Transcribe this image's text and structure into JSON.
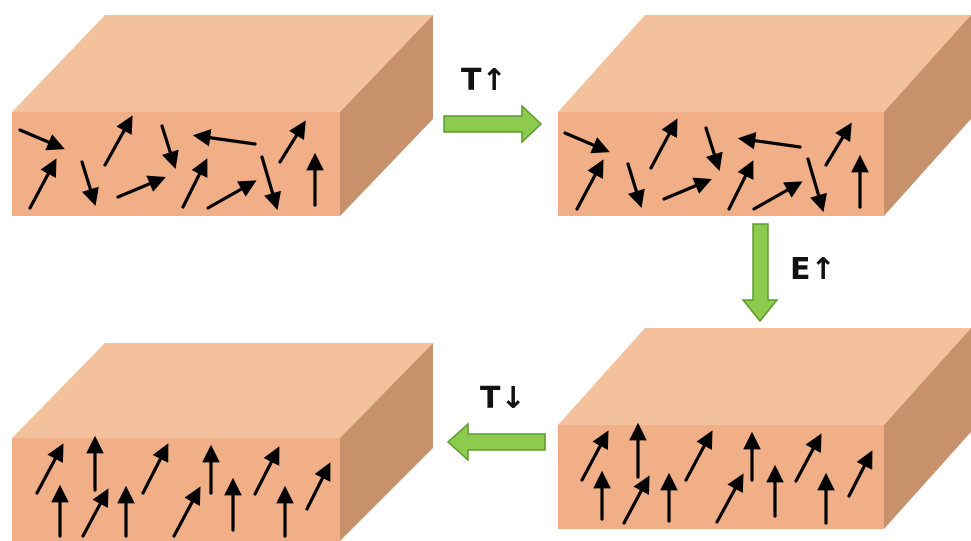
{
  "colors": {
    "block_top": "#F4C19D",
    "block_front": "#F1AF88",
    "block_side": "#C6916B",
    "process_arrow_fill": "#8CCB4E",
    "process_arrow_stroke": "#5E9A2F",
    "dipole_color": "#000000"
  },
  "blocks": [
    {
      "id": "block-1",
      "state": "random dipole orientation"
    },
    {
      "id": "block-2",
      "state": "random dipole orientation"
    },
    {
      "id": "block-3",
      "state": "dipoles aligned with field"
    },
    {
      "id": "block-4",
      "state": "dipoles aligned (frozen in)"
    }
  ],
  "steps": {
    "heat": {
      "label": "T↑",
      "direction": "right"
    },
    "field": {
      "label": "E↑",
      "direction": "down"
    },
    "cool": {
      "label": "T↓",
      "direction": "left"
    }
  }
}
